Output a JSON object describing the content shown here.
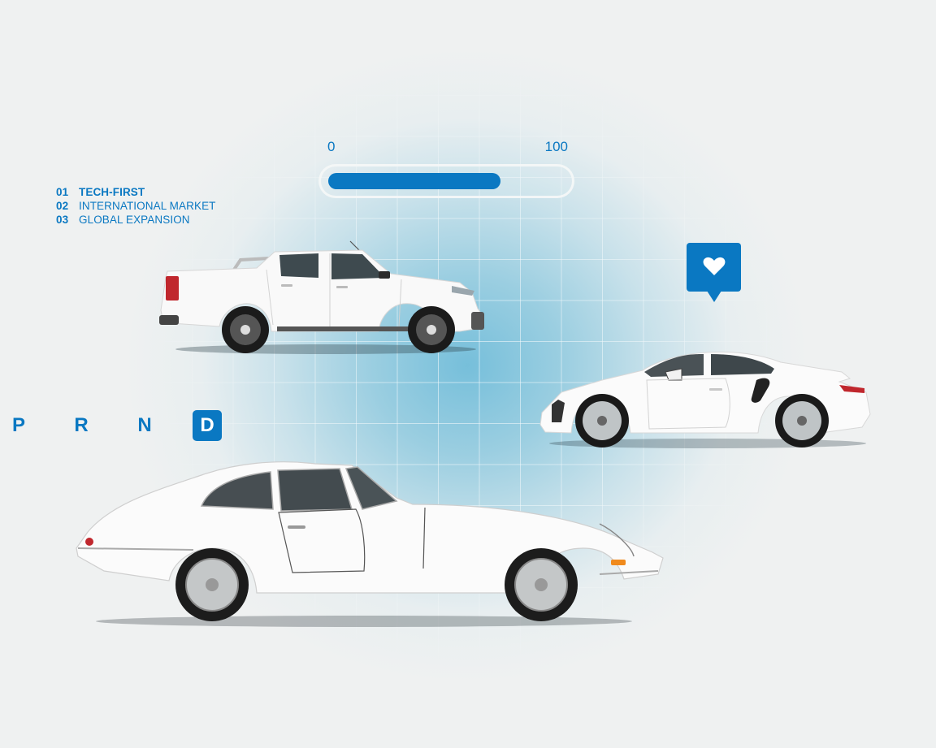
{
  "features": [
    {
      "num": "01",
      "label": "TECH-FIRST",
      "active": true
    },
    {
      "num": "02",
      "label": "INTERNATIONAL MARKET",
      "active": false
    },
    {
      "num": "03",
      "label": "GLOBAL EXPANSION",
      "active": false
    }
  ],
  "progress": {
    "min_label": "0",
    "max_label": "100",
    "value": 68,
    "fill_color": "#0a78c2"
  },
  "gear_selector": {
    "gears": [
      "P",
      "R",
      "N",
      "D"
    ],
    "selected": "D"
  },
  "like_bubble": {
    "icon": "heart-icon",
    "color": "#0a78c2"
  },
  "cars": [
    {
      "id": "pickup",
      "label": "White pickup truck"
    },
    {
      "id": "sports",
      "label": "White sports coupe"
    },
    {
      "id": "classic",
      "label": "White classic coupe"
    }
  ],
  "colors": {
    "accent": "#0a78c2",
    "background": "#eff1f1",
    "glow": "#7cc2dc"
  }
}
